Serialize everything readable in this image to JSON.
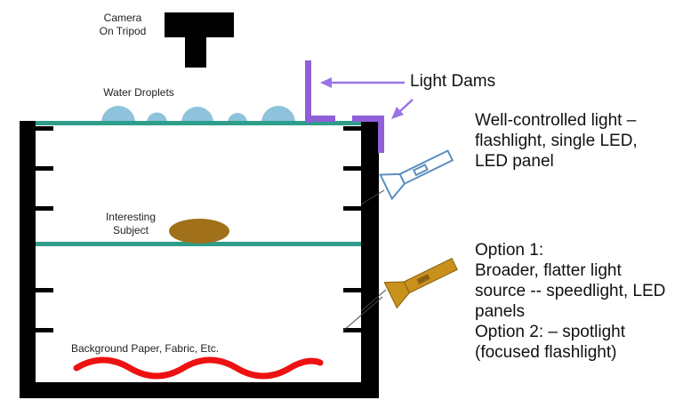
{
  "labels": {
    "camera_line1": "Camera",
    "camera_line2": "On Tripod",
    "water_droplets": "Water Droplets",
    "light_dams": "Light Dams",
    "subject_line1": "Interesting",
    "subject_line2": "Subject",
    "background": "Background Paper, Fabric, Etc.",
    "light_desc": [
      "Well-controlled light –",
      "flashlight, single LED,",
      "LED panel"
    ],
    "options": [
      "Option 1:",
      "Broader, flatter light",
      "source -- speedlight, LED",
      "panels",
      "Option 2: – spotlight",
      "(focused flashlight)"
    ]
  },
  "colors": {
    "frame": "#000000",
    "glass": "#2e9e8a",
    "droplet": "#8fc3dc",
    "subject": "#a0701a",
    "dam": "#8e5fd8",
    "arrow": "#9a74e6",
    "flashlight_outline": "#5b8fc0",
    "flashlight_fill": "#c8911c",
    "background_wave": "#ee1111"
  },
  "icons": [
    "camera-icon",
    "outline-flashlight-icon",
    "filled-flashlight-icon"
  ]
}
